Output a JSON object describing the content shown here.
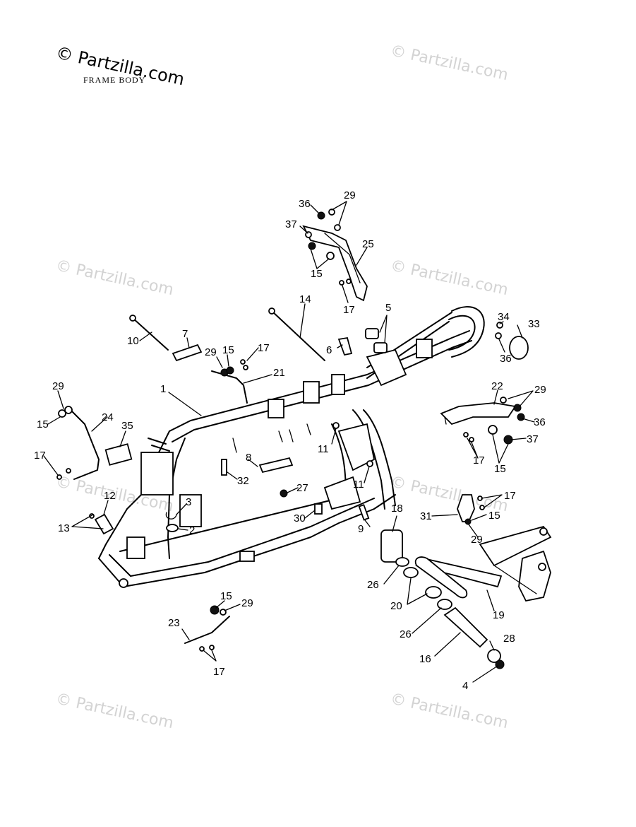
{
  "title": "FRAME BODY",
  "watermarks": {
    "main": "© Partzilla.com",
    "repeat": "© Partzilla.com"
  },
  "labels": {
    "l1": "1",
    "l2": "2",
    "l3": "3",
    "l4": "4",
    "l5": "5",
    "l6": "6",
    "l7": "7",
    "l8": "8",
    "l9": "9",
    "l10": "10",
    "l11a": "11",
    "l11b": "11",
    "l12": "12",
    "l13": "13",
    "l14": "14",
    "l15a": "15",
    "l15b": "15",
    "l15c": "15",
    "l15d": "15",
    "l15e": "15",
    "l15f": "15",
    "l16": "16",
    "l17a": "17",
    "l17b": "17",
    "l17c": "17",
    "l17d": "17",
    "l17e": "17",
    "l17f": "17",
    "l18": "18",
    "l19": "19",
    "l20": "20",
    "l21": "21",
    "l22": "22",
    "l23": "23",
    "l24": "24",
    "l25": "25",
    "l26a": "26",
    "l26b": "26",
    "l27": "27",
    "l28": "28",
    "l29a": "29",
    "l29b": "29",
    "l29c": "29",
    "l29d": "29",
    "l29e": "29",
    "l29f": "29",
    "l30": "30",
    "l31": "31",
    "l32": "32",
    "l33": "33",
    "l34": "34",
    "l35": "35",
    "l36a": "36",
    "l36b": "36",
    "l36c": "36",
    "l37a": "37",
    "l37b": "37"
  }
}
